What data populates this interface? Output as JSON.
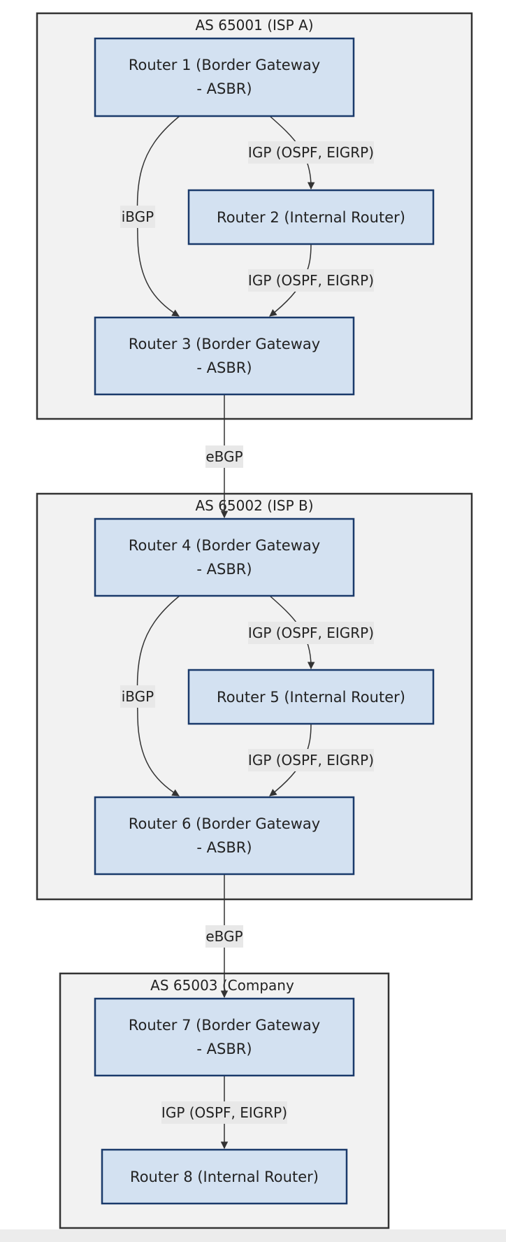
{
  "clusters": [
    {
      "id": "as1",
      "title": "AS 65001 (ISP A)"
    },
    {
      "id": "as2",
      "title": "AS 65002 (ISP B)"
    },
    {
      "id": "as3",
      "title": "AS 65003 (Company"
    }
  ],
  "nodes": [
    {
      "id": "r1",
      "lines": [
        "Router 1 (Border Gateway",
        "- ASBR)"
      ]
    },
    {
      "id": "r2",
      "lines": [
        "Router 2 (Internal Router)"
      ]
    },
    {
      "id": "r3",
      "lines": [
        "Router 3 (Border Gateway",
        "- ASBR)"
      ]
    },
    {
      "id": "r4",
      "lines": [
        "Router 4 (Border Gateway",
        "- ASBR)"
      ]
    },
    {
      "id": "r5",
      "lines": [
        "Router 5 (Internal Router)"
      ]
    },
    {
      "id": "r6",
      "lines": [
        "Router 6 (Border Gateway",
        "- ASBR)"
      ]
    },
    {
      "id": "r7",
      "lines": [
        "Router 7 (Border Gateway",
        "- ASBR)"
      ]
    },
    {
      "id": "r8",
      "lines": [
        "Router 8 (Internal Router)"
      ]
    }
  ],
  "edges": [
    {
      "id": "r1-r2",
      "from": "r1",
      "to": "r2",
      "label": "IGP (OSPF, EIGRP)"
    },
    {
      "id": "r1-r3",
      "from": "r1",
      "to": "r3",
      "label": "iBGP"
    },
    {
      "id": "r2-r3",
      "from": "r2",
      "to": "r3",
      "label": "IGP (OSPF, EIGRP)"
    },
    {
      "id": "r3-r4",
      "from": "r3",
      "to": "r4",
      "label": "eBGP"
    },
    {
      "id": "r4-r5",
      "from": "r4",
      "to": "r5",
      "label": "IGP (OSPF, EIGRP)"
    },
    {
      "id": "r4-r6",
      "from": "r4",
      "to": "r6",
      "label": "iBGP"
    },
    {
      "id": "r5-r6",
      "from": "r5",
      "to": "r6",
      "label": "IGP (OSPF, EIGRP)"
    },
    {
      "id": "r6-r7",
      "from": "r6",
      "to": "r7",
      "label": "eBGP"
    },
    {
      "id": "r7-r8",
      "from": "r7",
      "to": "r8",
      "label": "IGP (OSPF, EIGRP)"
    }
  ],
  "colors": {
    "cluster_fill": "#f2f2f2",
    "cluster_stroke": "#333333",
    "node_fill": "#d3e1f1",
    "node_stroke": "#1a3a6b",
    "edge_stroke": "#333333",
    "label_bg": "#e8e8e8"
  }
}
